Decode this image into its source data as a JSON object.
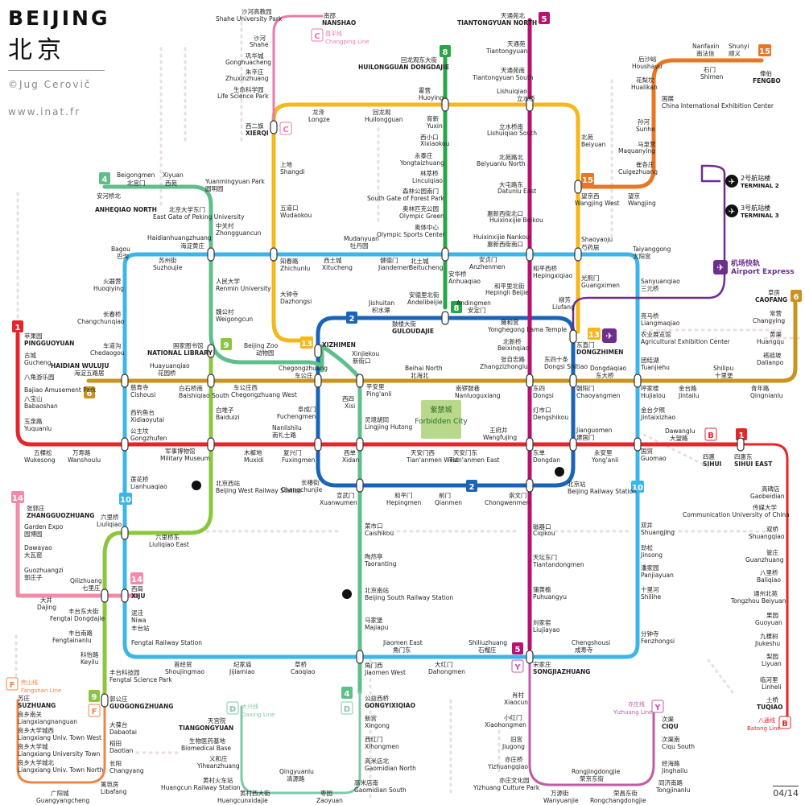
{
  "header": {
    "title_latin": "BEIJING",
    "title_chinese": "北京",
    "author": "©Jug Cerovič",
    "website": "www.inat.fr"
  },
  "page_number": "04/14",
  "colors": {
    "line_1": "#e4252a",
    "line_2": "#1a64b8",
    "line_4": "#5fbf8a",
    "line_5": "#b8116e",
    "line_6": "#c9931e",
    "line_8": "#2aa545",
    "line_9": "#8cc63f",
    "line_10": "#3cb5e8",
    "line_13": "#f5b719",
    "line_14": "#f38aa8",
    "line_15": "#e87622",
    "airport_express": "#6d2f8b",
    "changping": "#e77bab",
    "fangshan": "#ef8544",
    "daxing": "#7fc9a9",
    "yizhuang": "#c15ba6",
    "batong": "#e4252a",
    "planned": "#f2c9d2"
  },
  "lines": [
    {
      "id": "1",
      "label": "1",
      "color": "#e4252a"
    },
    {
      "id": "2",
      "label": "2",
      "color": "#1a64b8"
    },
    {
      "id": "4",
      "label": "4",
      "color": "#5fbf8a"
    },
    {
      "id": "5",
      "label": "5",
      "color": "#b8116e"
    },
    {
      "id": "6",
      "label": "6",
      "color": "#c9931e"
    },
    {
      "id": "8",
      "label": "8",
      "color": "#2aa545"
    },
    {
      "id": "9",
      "label": "9",
      "color": "#8cc63f"
    },
    {
      "id": "10",
      "label": "10",
      "color": "#3cb5e8"
    },
    {
      "id": "13",
      "label": "13",
      "color": "#f5b719"
    },
    {
      "id": "14",
      "label": "14",
      "color": "#f38aa8"
    },
    {
      "id": "15",
      "label": "15",
      "color": "#e87622"
    },
    {
      "id": "C",
      "label": "C",
      "name_cn": "昌平线",
      "name": "Changping Line",
      "color": "#e77bab"
    },
    {
      "id": "F",
      "label": "F",
      "name_cn": "房山线",
      "name": "Fangshan Line",
      "color": "#ef8544"
    },
    {
      "id": "D",
      "label": "D",
      "name_cn": "大兴线",
      "name": "Daxing Line",
      "color": "#7fc9a9"
    },
    {
      "id": "Y",
      "label": "Y",
      "name_cn": "亦庄线",
      "name": "Yizhuang Line",
      "color": "#c15ba6"
    },
    {
      "id": "B",
      "label": "B",
      "name_cn": "八通线",
      "name": "Batong Line",
      "color": "#e4252a"
    },
    {
      "id": "A",
      "label": "机场快轨",
      "name": "Airport Express",
      "color": "#6d2f8b"
    }
  ],
  "landmarks": {
    "forbidden_city": {
      "cn": "紫禁城",
      "en": "Forbidden City"
    },
    "terminal_2": {
      "cn": "2号航站楼",
      "en": "TERMINAL 2"
    },
    "terminal_3": {
      "cn": "3号航站楼",
      "en": "TERMINAL 3"
    }
  },
  "stations": [
    {
      "cn": "沙河高教园",
      "en": "Shahe University Park"
    },
    {
      "cn": "南邵",
      "en": "NANSHAO"
    },
    {
      "cn": "沙河",
      "en": "Shahe"
    },
    {
      "cn": "巩华城",
      "en": "Gonghuacheng"
    },
    {
      "cn": "朱辛庄",
      "en": "Zhuxinzhuang"
    },
    {
      "cn": "生命科学园",
      "en": "Life Science Park"
    },
    {
      "cn": "西二旗",
      "en": "XIERQI"
    },
    {
      "cn": "天通苑北",
      "en": "TIANTONGYUAN NORTH"
    },
    {
      "cn": "天通苑",
      "en": "Tiantongyuan"
    },
    {
      "cn": "天通苑南",
      "en": "Tiantongyuan South"
    },
    {
      "cn": "立水桥",
      "en": "Lishuiqiao"
    },
    {
      "cn": "立水桥南",
      "en": "Lishuiqiao South"
    },
    {
      "cn": "北苑路北",
      "en": "Beiyuanlu North"
    },
    {
      "cn": "大屯路东",
      "en": "Datunlu East"
    },
    {
      "cn": "惠新西街北口",
      "en": "Huixinxijie Beikou"
    },
    {
      "cn": "惠新西街南口",
      "en": "Huixinxijie Nankou"
    },
    {
      "cn": "和平西桥",
      "en": "Hepingxiqiao"
    },
    {
      "cn": "和平里北街",
      "en": "Hepingli Beijie"
    },
    {
      "cn": "雍和宫",
      "en": "Yonghegong Lama Temple"
    },
    {
      "cn": "北新桥",
      "en": "Beixinqiao"
    },
    {
      "cn": "张自忠路",
      "en": "Zhangzizhonglu"
    },
    {
      "cn": "东四",
      "en": "Dongsi"
    },
    {
      "cn": "灯市口",
      "en": "Dengshikou"
    },
    {
      "cn": "东单",
      "en": "Dongdan"
    },
    {
      "cn": "崇文门",
      "en": "Chongwenmen"
    },
    {
      "cn": "磁器口",
      "en": "Ciqikou"
    },
    {
      "cn": "天坛东门",
      "en": "Tiantandongmen"
    },
    {
      "cn": "蒲黄榆",
      "en": "Puhuangyu"
    },
    {
      "cn": "刘家窑",
      "en": "Liujiayao"
    },
    {
      "cn": "宋家庄",
      "en": "SONGJIAZHUANG"
    },
    {
      "cn": "回龙观东大街",
      "en": "HUILONGGUAN DONGDAJIE"
    },
    {
      "cn": "霍营",
      "en": "Huoying"
    },
    {
      "cn": "育新",
      "en": "Yuxin"
    },
    {
      "cn": "西小口",
      "en": "Xixiaokou"
    },
    {
      "cn": "永泰庄",
      "en": "Yongtaizhuang"
    },
    {
      "cn": "林萃桥",
      "en": "Lincuiqiao"
    },
    {
      "cn": "森林公园南门",
      "en": "South Gate of Forest Park"
    },
    {
      "cn": "奥林匹克公园",
      "en": "Olympic Green"
    },
    {
      "cn": "奥体中心",
      "en": "Olympic Sports Center"
    },
    {
      "cn": "北土城",
      "en": "Beitucheng"
    },
    {
      "cn": "安华桥",
      "en": "Anhuaqiao"
    },
    {
      "cn": "安德里北街",
      "en": "Andelibeijie"
    },
    {
      "cn": "鼓楼大街",
      "en": "GULOUDAJIE"
    },
    {
      "cn": "龙泽",
      "en": "Longze"
    },
    {
      "cn": "回龙观",
      "en": "Huilongguan"
    },
    {
      "cn": "上地",
      "en": "Shangdi"
    },
    {
      "cn": "五道口",
      "en": "Wudaokou"
    },
    {
      "cn": "知春路",
      "en": "Zhichunlu"
    },
    {
      "cn": "大钟寺",
      "en": "Dazhongsi"
    },
    {
      "cn": "西直门",
      "en": "XIZHIMEN"
    },
    {
      "cn": "北苑",
      "en": "Beiyuan"
    },
    {
      "cn": "望京西",
      "en": "Wangjing West"
    },
    {
      "cn": "芍药居",
      "en": "Shaoyaoju"
    },
    {
      "cn": "光熙门",
      "en": "Guangximen"
    },
    {
      "cn": "柳芳",
      "en": "Liufang"
    },
    {
      "cn": "东直门",
      "en": "DONGZHIMEN"
    },
    {
      "cn": "俸伯",
      "en": "FENGBO"
    },
    {
      "cn": "顺义",
      "en": "Shunyi"
    },
    {
      "cn": "南法信",
      "en": "Nanfaxin"
    },
    {
      "cn": "石门",
      "en": "Shimen"
    },
    {
      "cn": "后沙峪",
      "en": "Houshayu"
    },
    {
      "cn": "花梨坎",
      "en": "Hualikan"
    },
    {
      "cn": "国展",
      "en": "China International Exhibition Center"
    },
    {
      "cn": "孙河",
      "en": "Sunhe"
    },
    {
      "cn": "马泉营",
      "en": "Maquanying"
    },
    {
      "cn": "崔各庄",
      "en": "Cuigezhuang"
    },
    {
      "cn": "望京",
      "en": "Wangjing"
    },
    {
      "cn": "安河桥北",
      "en": "ANHEQIAO NORTH"
    },
    {
      "cn": "北宫门",
      "en": "Beigongmen"
    },
    {
      "cn": "西苑",
      "en": "Xiyuan"
    },
    {
      "cn": "圆明园",
      "en": "Yuanmingyuan Park"
    },
    {
      "cn": "北京大学东门",
      "en": "East Gate of Peking University"
    },
    {
      "cn": "中关村",
      "en": "Zhongguancun"
    },
    {
      "cn": "海淀黄庄",
      "en": "Haidianhuangzhuang"
    },
    {
      "cn": "人民大学",
      "en": "Renmin University"
    },
    {
      "cn": "魏公村",
      "en": "Weigongcun"
    },
    {
      "cn": "国家图书馆",
      "en": "NATIONAL LIBRARY"
    },
    {
      "cn": "动物园",
      "en": "Beijing Zoo"
    },
    {
      "cn": "新街口",
      "en": "Xinjiekou"
    },
    {
      "cn": "平安里",
      "en": "Ping'anli"
    },
    {
      "cn": "西四",
      "en": "Xisi"
    },
    {
      "cn": "灵境胡同",
      "en": "Lingjing Hutong"
    },
    {
      "cn": "西单",
      "en": "Xidan"
    },
    {
      "cn": "宣武门",
      "en": "Xuanwumen"
    },
    {
      "cn": "菜市口",
      "en": "Caishikou"
    },
    {
      "cn": "陶然亭",
      "en": "Taoranting"
    },
    {
      "cn": "北京南站",
      "en": "Beijing South Railway Station"
    },
    {
      "cn": "马家堡",
      "en": "Majiapu"
    },
    {
      "cn": "角门西",
      "en": "Jiaomen West"
    },
    {
      "cn": "公益西桥",
      "en": "GONGYIXIQIAO"
    },
    {
      "cn": "巴沟",
      "en": "Bagou"
    },
    {
      "cn": "苏州街",
      "en": "Suzhoujie"
    },
    {
      "cn": "西土城",
      "en": "Xitucheng"
    },
    {
      "cn": "牡丹园",
      "en": "Mudanyuan"
    },
    {
      "cn": "健德门",
      "en": "Jiandemen"
    },
    {
      "cn": "安贞门",
      "en": "Anzhenmen"
    },
    {
      "cn": "太阳宫",
      "en": "Taiyanggong"
    },
    {
      "cn": "三元桥",
      "en": "Sanyuanqiao"
    },
    {
      "cn": "亮马桥",
      "en": "Liangmaqiao"
    },
    {
      "cn": "农业展览馆",
      "en": "Agricultural Exhibition Center"
    },
    {
      "cn": "团结湖",
      "en": "Tuanjiehu"
    },
    {
      "cn": "呼家楼",
      "en": "Hujialou"
    },
    {
      "cn": "金台夕照",
      "en": "Jintaixizhao"
    },
    {
      "cn": "国贸",
      "en": "Guomao"
    },
    {
      "cn": "双井",
      "en": "Shuangjing"
    },
    {
      "cn": "劲松",
      "en": "Jinsong"
    },
    {
      "cn": "潘家园",
      "en": "Panjiayuan"
    },
    {
      "cn": "十里河",
      "en": "Shilihe"
    },
    {
      "cn": "分钟寺",
      "en": "Fenzhongsi"
    },
    {
      "cn": "成寿寺",
      "en": "Chengshousi"
    },
    {
      "cn": "石榴庄",
      "en": "Shiliuzhuang"
    },
    {
      "cn": "大红门",
      "en": "Dahongmen"
    },
    {
      "cn": "角门东",
      "en": "Jiaomen East"
    },
    {
      "cn": "草桥",
      "en": "Caoqiao"
    },
    {
      "cn": "纪家庙",
      "en": "Jijiamiao"
    },
    {
      "cn": "首经贸",
      "en": "Shoujingmao"
    },
    {
      "cn": "丰台站",
      "en": "Fengtai Railway Station"
    },
    {
      "cn": "泥洼",
      "en": "Niwa"
    },
    {
      "cn": "西局",
      "en": "XIJU"
    },
    {
      "cn": "六里桥",
      "en": "Liuliqiao"
    },
    {
      "cn": "莲花桥",
      "en": "Lianhuaqiao"
    },
    {
      "cn": "公主坟",
      "en": "Gongzhufen"
    },
    {
      "cn": "西钓鱼台",
      "en": "Xidiaoyutai"
    },
    {
      "cn": "慈寿寺",
      "en": "Cishousi"
    },
    {
      "cn": "车道沟",
      "en": "Chedaogou"
    },
    {
      "cn": "长春桥",
      "en": "Changchunqiao"
    },
    {
      "cn": "火器营",
      "en": "Huoqiying"
    },
    {
      "cn": "苹果园",
      "en": "PINGGUOYUAN"
    },
    {
      "cn": "古城",
      "en": "Gucheng"
    },
    {
      "cn": "八角游乐园",
      "en": "Bajiao Amusement Park"
    },
    {
      "cn": "八宝山",
      "en": "Babaoshan"
    },
    {
      "cn": "玉泉路",
      "en": "Yuquanlu"
    },
    {
      "cn": "五棵松",
      "en": "Wukesong"
    },
    {
      "cn": "万寿路",
      "en": "Wanshoulu"
    },
    {
      "cn": "军事博物馆",
      "en": "Military Museum"
    },
    {
      "cn": "木樨地",
      "en": "Muxidi"
    },
    {
      "cn": "南礼士路",
      "en": "Nanlishilu"
    },
    {
      "cn": "复兴门",
      "en": "Fuxingmen"
    },
    {
      "cn": "天安门西",
      "en": "Tian'anmen West"
    },
    {
      "cn": "天安门东",
      "en": "Tian'anmen East"
    },
    {
      "cn": "王府井",
      "en": "Wangfujing"
    },
    {
      "cn": "建国门",
      "en": "Jianguomen"
    },
    {
      "cn": "永安里",
      "en": "Yong'anli"
    },
    {
      "cn": "大望路",
      "en": "Dawanglu"
    },
    {
      "cn": "四惠",
      "en": "SIHUI"
    },
    {
      "cn": "四惠东",
      "en": "SIHUI EAST"
    },
    {
      "cn": "海淀五路居",
      "en": "HAIDIAN WULUJU"
    },
    {
      "cn": "花园桥",
      "en": "Huayuanqiao"
    },
    {
      "cn": "白石桥南",
      "en": "Baishiqiao South"
    },
    {
      "cn": "车公庄西",
      "en": "Chegongzhuang West"
    },
    {
      "cn": "车公庄",
      "en": "Chegongzhuang"
    },
    {
      "cn": "北海北",
      "en": "Beihai North"
    },
    {
      "cn": "南锣鼓巷",
      "en": "Nanluoguxiang"
    },
    {
      "cn": "东大桥",
      "en": "Dongdaqiao"
    },
    {
      "cn": "金台路",
      "en": "Jintailu"
    },
    {
      "cn": "十里堡",
      "en": "Shilipu"
    },
    {
      "cn": "青年路",
      "en": "Qingnianlu"
    },
    {
      "cn": "草房",
      "en": "CAOFANG"
    },
    {
      "cn": "常营",
      "en": "Changying"
    },
    {
      "cn": "黄渠",
      "en": "Huangqu"
    },
    {
      "cn": "褡裢坡",
      "en": "Dalianpo"
    },
    {
      "cn": "积水潭",
      "en": "Jishuitan"
    },
    {
      "cn": "阜成门",
      "en": "Fuchengmen"
    },
    {
      "cn": "长椿街",
      "en": "Changchunjie"
    },
    {
      "cn": "和平门",
      "en": "Hepingmen"
    },
    {
      "cn": "前门",
      "en": "Qianmen"
    },
    {
      "cn": "北京站",
      "en": "Beijing Railway Station"
    },
    {
      "cn": "朝阳门",
      "en": "Chaoyangmen"
    },
    {
      "cn": "东四十条",
      "en": "Dongsi Shitiao"
    },
    {
      "cn": "安定门",
      "en": "Andingmen"
    },
    {
      "cn": "白堆子",
      "en": "Baiduizi"
    },
    {
      "cn": "北京西站",
      "en": "Beijing West Railway Station"
    },
    {
      "cn": "六里桥东",
      "en": "Liuliqiao East"
    },
    {
      "cn": "七里庄",
      "en": "Qilizhuang"
    },
    {
      "cn": "丰台东大街",
      "en": "Fengtai Dongdajie"
    },
    {
      "cn": "丰台南路",
      "en": "Fengtainanlu"
    },
    {
      "cn": "科怡路",
      "en": "Keyilu"
    },
    {
      "cn": "丰台科技园",
      "en": "Fengtai Science Park"
    },
    {
      "cn": "郭公庄",
      "en": "GUOGONGZHUANG"
    },
    {
      "cn": "张郭庄",
      "en": "ZHANGGUOZHUANG"
    },
    {
      "cn": "园博园",
      "en": "Garden Expo"
    },
    {
      "cn": "大瓦窑",
      "en": "Dawayao"
    },
    {
      "cn": "郭庄子",
      "en": "Guozhuangzi"
    },
    {
      "cn": "大井",
      "en": "Dajing"
    },
    {
      "cn": "苏庄",
      "en": "SUZHUANG"
    },
    {
      "cn": "良乡南关",
      "en": "Liangxiangnanguan"
    },
    {
      "cn": "良乡大学城西",
      "en": "Liangxiang Univ. Town West"
    },
    {
      "cn": "良乡大学城",
      "en": "Liangxiang University Town"
    },
    {
      "cn": "良乡大学城北",
      "en": "Liangxiang Univ. Town North"
    },
    {
      "cn": "广阳城",
      "en": "Guangyangcheng"
    },
    {
      "cn": "篱笆房",
      "en": "Libafang"
    },
    {
      "cn": "长阳",
      "en": "Changyang"
    },
    {
      "cn": "稻田",
      "en": "Daotian"
    },
    {
      "cn": "大葆台",
      "en": "Dabaotai"
    },
    {
      "cn": "新宫",
      "en": "Xingong"
    },
    {
      "cn": "西红门",
      "en": "Xihongmen"
    },
    {
      "cn": "高米店北",
      "en": "Gaomidian North"
    },
    {
      "cn": "高米店南",
      "en": "Gaomidian South"
    },
    {
      "cn": "枣园",
      "en": "Zaoyuan"
    },
    {
      "cn": "清源路",
      "en": "Qingyuanlu"
    },
    {
      "cn": "黄村西大街",
      "en": "Huangcunxidajie"
    },
    {
      "cn": "黄村火车站",
      "en": "Huangcun Railway Station"
    },
    {
      "cn": "义和庄",
      "en": "Yiheanzhuang"
    },
    {
      "cn": "生物医药基地",
      "en": "Biomedical Base"
    },
    {
      "cn": "天宫院",
      "en": "TIANGONGYUAN"
    },
    {
      "cn": "肖村",
      "en": "Xiaocun"
    },
    {
      "cn": "小红门",
      "en": "Xiaohongmen"
    },
    {
      "cn": "旧宫",
      "en": "Jiugong"
    },
    {
      "cn": "亦庄桥",
      "en": "Yizhuangqiao"
    },
    {
      "cn": "亦庄文化园",
      "en": "Yizhuang Culture Park"
    },
    {
      "cn": "万源街",
      "en": "Wanyuanjie"
    },
    {
      "cn": "荣京东街",
      "en": "Rongjingdongjie"
    },
    {
      "cn": "荣昌东街",
      "en": "Rongchangdongjie"
    },
    {
      "cn": "同济南路",
      "en": "Tongjinanlu"
    },
    {
      "cn": "经海路",
      "en": "Jinghailu"
    },
    {
      "cn": "次渠南",
      "en": "Ciqu South"
    },
    {
      "cn": "次渠",
      "en": "CIQU"
    },
    {
      "cn": "高碑店",
      "en": "Gaobeidian"
    },
    {
      "cn": "传媒大学",
      "en": "Communication University of China"
    },
    {
      "cn": "双桥",
      "en": "Shuangqiao"
    },
    {
      "cn": "管庄",
      "en": "Guanzhuang"
    },
    {
      "cn": "八里桥",
      "en": "Baliqiao"
    },
    {
      "cn": "通州北苑",
      "en": "Tongzhou Beiyuan"
    },
    {
      "cn": "果园",
      "en": "Guoyuan"
    },
    {
      "cn": "九棵树",
      "en": "Jiukeshu"
    },
    {
      "cn": "梨园",
      "en": "Liyuan"
    },
    {
      "cn": "临河里",
      "en": "Linheli"
    },
    {
      "cn": "土桥",
      "en": "TUQIAO"
    }
  ]
}
